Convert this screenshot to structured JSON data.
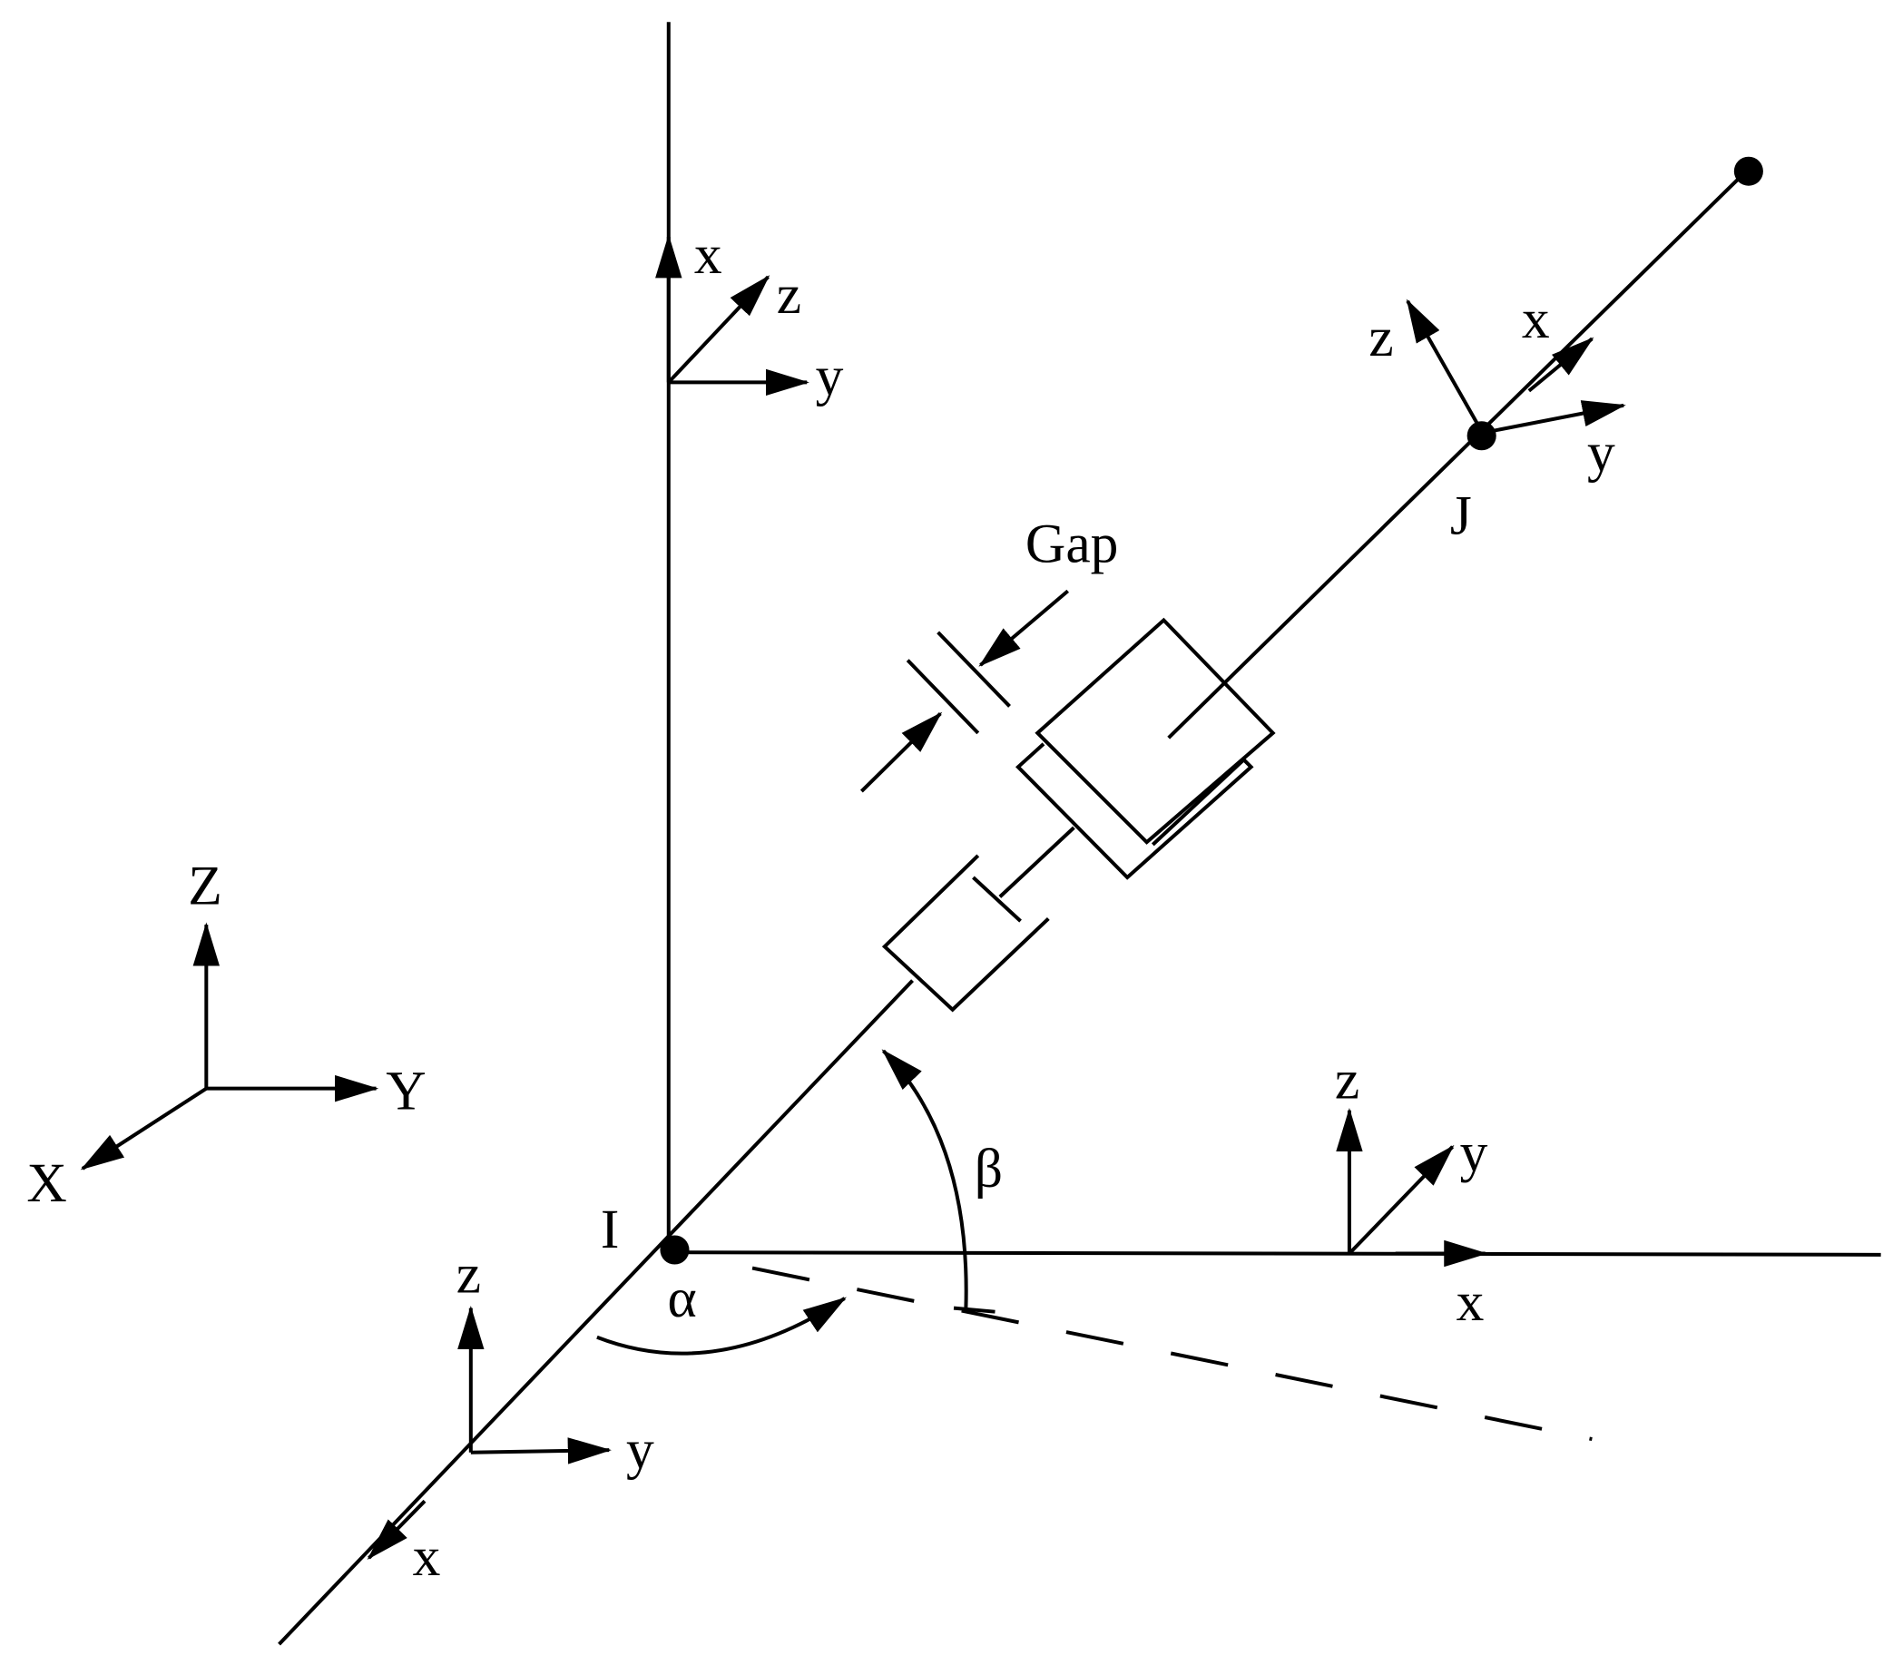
{
  "global_axes": {
    "Z": "Z",
    "Y": "Y",
    "X": "X"
  },
  "nodes": {
    "I": "I",
    "J": "J"
  },
  "gap_label": "Gap",
  "angles": {
    "alpha": "α",
    "beta": "β"
  },
  "frame_top": {
    "x": "x",
    "y": "y",
    "z": "z"
  },
  "frame_j": {
    "x": "x",
    "y": "y",
    "z": "z"
  },
  "frame_bottom_right": {
    "x": "x",
    "y": "y",
    "z": "z"
  },
  "frame_bottom_left": {
    "x": "x",
    "y": "y",
    "z": "z"
  },
  "colors": {
    "line": "#000000",
    "background": "#ffffff"
  }
}
